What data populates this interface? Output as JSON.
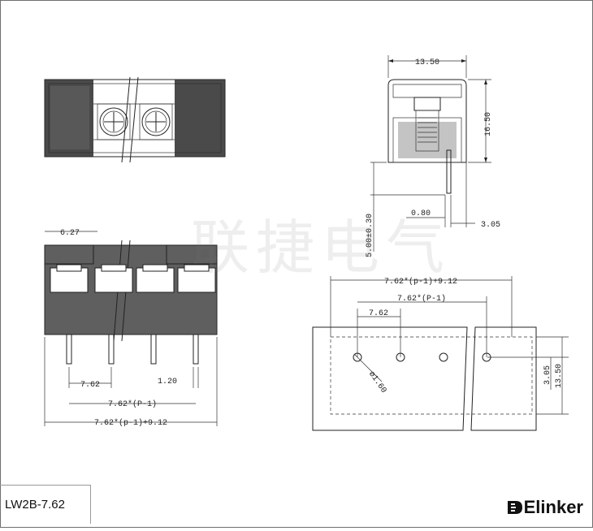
{
  "title": {
    "model": "LW2B-7.62",
    "brand": "Elinker",
    "watermark": "联捷电气"
  },
  "dimensions": {
    "side_width": "13.50",
    "side_height": "16.50",
    "pin_tail": "5.00±0.30",
    "pin_offset": "0.80",
    "pin_back": "3.05",
    "front_offset": "6.27",
    "front_pitch": "7.62",
    "pin_width": "1.20",
    "front_span": "7.62*(P-1)",
    "front_total": "7.62*(p-1)+9.12",
    "pcb_total": "7.62*(p-1)+9.12",
    "pcb_span": "7.62*(P-1)",
    "pcb_pitch": "7.62",
    "hole_dia": "ø1.60",
    "pcb_row_offset": "3.05",
    "pcb_depth": "13.50"
  },
  "icons": {
    "brand_logo": "elinker-logo-icon",
    "hole": "pcb-hole-icon"
  }
}
